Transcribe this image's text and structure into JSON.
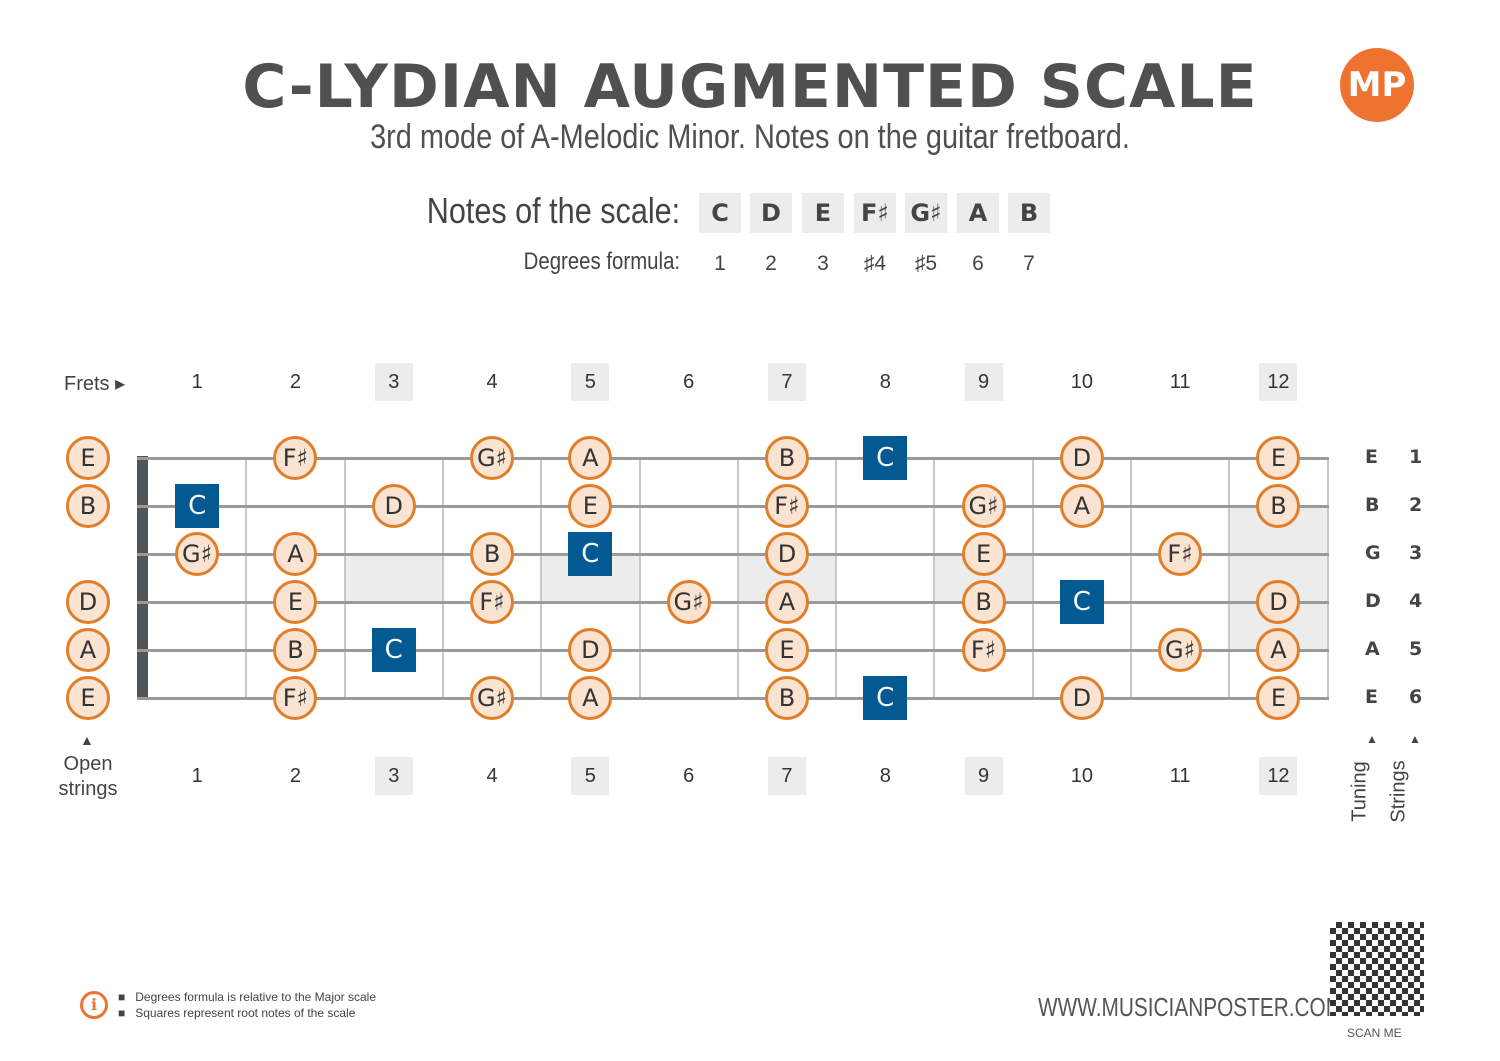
{
  "title": "C-LYDIAN AUGMENTED SCALE",
  "subtitle": "3rd mode of A-Melodic Minor. Notes on the guitar fretboard.",
  "logo": "MP",
  "notes_label": "Notes of the scale:",
  "degrees_label": "Degrees formula:",
  "notes": [
    "C",
    "D",
    "E",
    "F♯",
    "G♯",
    "A",
    "B"
  ],
  "degrees": [
    "1",
    "2",
    "3",
    "♯4",
    "♯5",
    "6",
    "7"
  ],
  "frets_label": "Frets ▸",
  "fret_numbers": [
    "1",
    "2",
    "3",
    "4",
    "5",
    "6",
    "7",
    "8",
    "9",
    "10",
    "11",
    "12"
  ],
  "marked_frets": [
    3,
    5,
    7,
    9,
    12
  ],
  "open_label": "Open strings",
  "open_arrow": "▲",
  "tuning_label": "Tuning",
  "strings_label": "Strings",
  "tuning": [
    "E",
    "B",
    "G",
    "D",
    "A",
    "E"
  ],
  "string_numbers": [
    "1",
    "2",
    "3",
    "4",
    "5",
    "6"
  ],
  "open_notes": [
    "E",
    "B",
    "",
    "D",
    "A",
    "E"
  ],
  "fretboard": [
    {
      "2": "F♯",
      "4": "G♯",
      "5": "A",
      "7": "B",
      "8": "C",
      "10": "D",
      "12": "E"
    },
    {
      "1": "C",
      "3": "D",
      "5": "E",
      "7": "F♯",
      "9": "G♯",
      "10": "A",
      "12": "B"
    },
    {
      "1": "G♯",
      "2": "A",
      "4": "B",
      "5": "C",
      "7": "D",
      "9": "E",
      "11": "F♯"
    },
    {
      "2": "E",
      "4": "F♯",
      "6": "G♯",
      "7": "A",
      "9": "B",
      "10": "C",
      "12": "D"
    },
    {
      "2": "B",
      "3": "C",
      "5": "D",
      "7": "E",
      "9": "F♯",
      "11": "G♯",
      "12": "A"
    },
    {
      "2": "F♯",
      "4": "G♯",
      "5": "A",
      "7": "B",
      "8": "C",
      "10": "D",
      "12": "E"
    }
  ],
  "root_note": "C",
  "footer": {
    "notes": [
      "Degrees formula is relative to the Major scale",
      "Squares represent root notes of the scale"
    ],
    "url": "WWW.MUSICIANPOSTER.COM",
    "scan": "SCAN ME"
  },
  "colors": {
    "accent": "#ef7330",
    "root": "#035a93",
    "dot_fill": "#fbe3d1"
  }
}
